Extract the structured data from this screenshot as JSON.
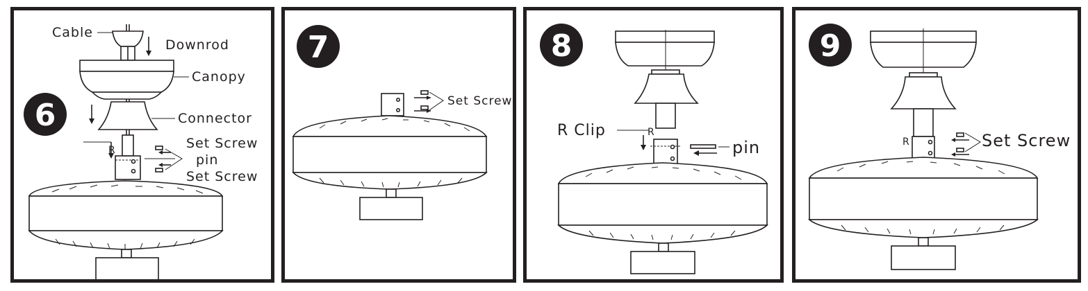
{
  "panels": [
    {
      "step": "6",
      "labels": {
        "cable": "Cable",
        "downrod": "Downrod",
        "canopy": "Canopy",
        "connector": "Connector",
        "set_screw_top": "Set Screw",
        "pin": "pin",
        "set_screw_bottom": "Set Screw"
      }
    },
    {
      "step": "7",
      "labels": {
        "set_screw": "Set Screw"
      }
    },
    {
      "step": "8",
      "labels": {
        "r_clip": "R Clip",
        "pin": "pin"
      }
    },
    {
      "step": "9",
      "labels": {
        "set_screw": "Set Screw"
      }
    }
  ],
  "colors": {
    "ink": "#231f20",
    "background": "#ffffff"
  }
}
